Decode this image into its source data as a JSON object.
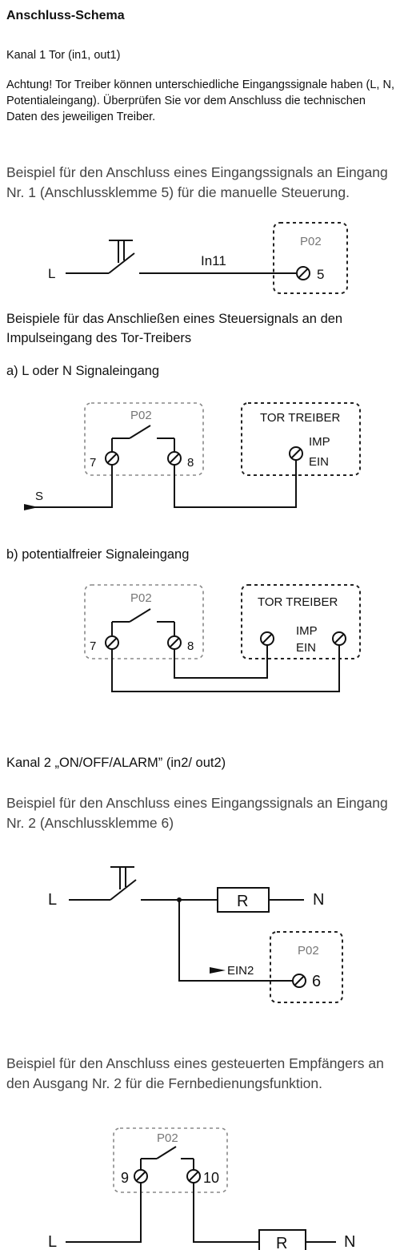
{
  "title": "Anschluss-Schema",
  "channel1": {
    "heading": "Kanal 1 Tor (in1, out1)",
    "warning": "Achtung! Tor Treiber können unterschiedliche Eingangssignale haben (L, N, Potentialeingang). Überprüfen Sie vor dem Anschluss die technischen Daten des jeweiligen Treiber.",
    "example_input": "Beispiel für den Anschluss eines Eingangssignals an Eingang Nr. 1 (Anschlussklemme 5) für die manuelle Steuerung.",
    "diagram1": {
      "line": "L",
      "wire": "In11",
      "device": "P02",
      "terminal": "5"
    },
    "example_impulse": "Beispiele für das Anschließen eines Steuersignals an den Impulseingang des Tor-Treibers",
    "case_a": "a) L oder N Signaleingang",
    "diagram_a": {
      "device": "P02",
      "t7": "7",
      "t8": "8",
      "signal": "S",
      "driver": "TOR TREIBER",
      "imp": "IMP",
      "ein": "EIN"
    },
    "case_b": "b) potentialfreier Signaleingang",
    "diagram_b": {
      "device": "P02",
      "t7": "7",
      "t8": "8",
      "driver": "TOR TREIBER",
      "imp": "IMP",
      "ein": "EIN"
    }
  },
  "channel2": {
    "heading": "Kanal 2 „ON/OFF/ALARM” (in2/ out2)",
    "example_input": "Beispiel für den Anschluss eines Eingangssignals an Eingang Nr. 2 (Anschlussklemme 6)",
    "diagram2": {
      "line": "L",
      "resistor": "R",
      "neutral": "N",
      "device": "P02",
      "input": "EIN2",
      "terminal": "6"
    },
    "example_output": "Beispiel für den Anschluss eines gesteuerten Empfängers an den Ausgang Nr. 2 für die Fernbedienungsfunktion.",
    "diagram3": {
      "device": "P02",
      "t9": "9",
      "t10": "10",
      "line": "L",
      "resistor": "R",
      "neutral": "N"
    }
  }
}
